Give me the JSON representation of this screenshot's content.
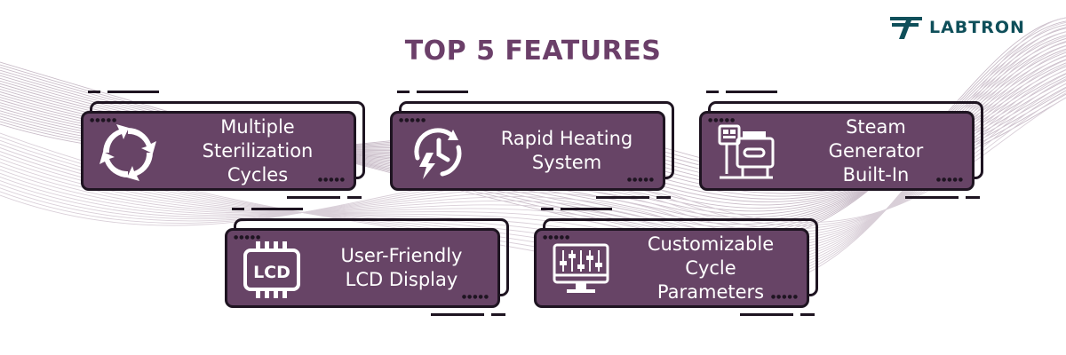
{
  "brand": {
    "name": "LABTRON"
  },
  "heading": "TOP 5 FEATURES",
  "colors": {
    "accent": "#674466",
    "outline": "#1e1421",
    "title": "#6b3f69",
    "logo": "#0f4f5a"
  },
  "features": [
    {
      "label": "Multiple\nSterilization\nCycles",
      "icon": "refresh-cycle-icon"
    },
    {
      "label": "Rapid Heating\nSystem",
      "icon": "fast-heating-clock-icon"
    },
    {
      "label": "Steam\nGenerator\nBuilt-In",
      "icon": "steam-generator-machine-icon"
    },
    {
      "label": "User-Friendly\nLCD Display",
      "icon": "lcd-display-icon"
    },
    {
      "label": "Customizable\nCycle\nParameters",
      "icon": "slider-controls-monitor-icon"
    }
  ]
}
